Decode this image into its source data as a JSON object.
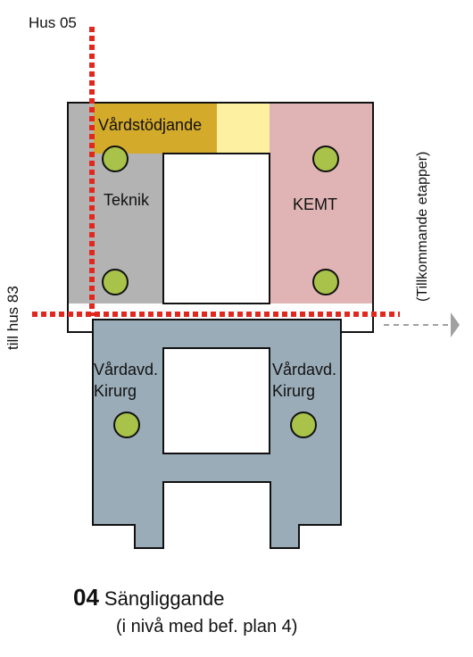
{
  "labels": {
    "hus05": "Hus 05",
    "vardstodjande": "Vårdstödjande",
    "teknik": "Teknik",
    "kemt": "KEMT",
    "till_hus_83": "till hus 83",
    "tillkommande": "(Tillkommande etapper)",
    "vardavd_left_1": "Vårdavd.",
    "vardavd_left_2": "Kirurg",
    "vardavd_right_1": "Vårdavd.",
    "vardavd_right_2": "Kirurg"
  },
  "caption": {
    "number": "04",
    "title": "Sängliggande",
    "subtitle": "(i nivå med bef. plan 4)"
  },
  "colors": {
    "teknik": "#b3b3b3",
    "vardstodjande": "#d4aa2a",
    "vardstodjande_light": "#fdf0a0",
    "kemt": "#e0b4b4",
    "vardavd": "#9aacb8",
    "column": "#a8c24a",
    "red_line": "#e0281e",
    "arrow": "#a0a0a0"
  }
}
